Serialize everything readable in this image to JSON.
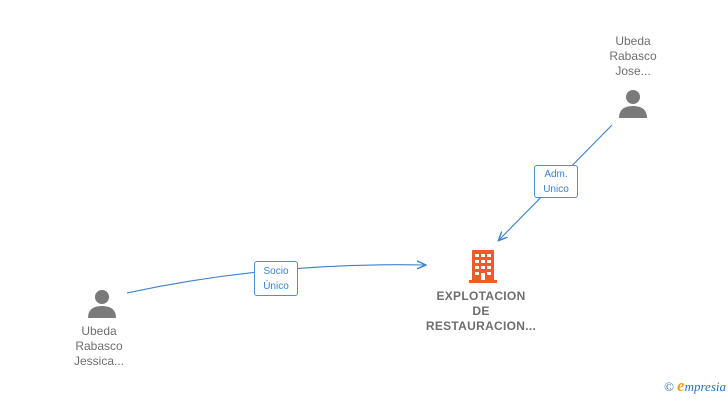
{
  "nodes": {
    "jose": {
      "lines": [
        "Ubeda",
        "Rabasco",
        "Jose..."
      ]
    },
    "jessica": {
      "lines": [
        "Ubeda",
        "Rabasco",
        "Jessica..."
      ]
    },
    "company": {
      "lines": [
        "EXPLOTACION",
        "DE",
        "RESTAURACION..."
      ]
    }
  },
  "edges": {
    "adm_unico": {
      "lines": [
        "Adm.",
        "Unico"
      ]
    },
    "socio_unico": {
      "lines": [
        "Socio",
        "Único"
      ]
    }
  },
  "watermark": {
    "copyright": "©",
    "brand_initial": "e",
    "brand_rest": "mpresia"
  },
  "colors": {
    "edge": "#3d82d0",
    "person_icon": "#7a7a7a",
    "company_icon": "#f05a28",
    "label_text": "#6e6e6e"
  }
}
